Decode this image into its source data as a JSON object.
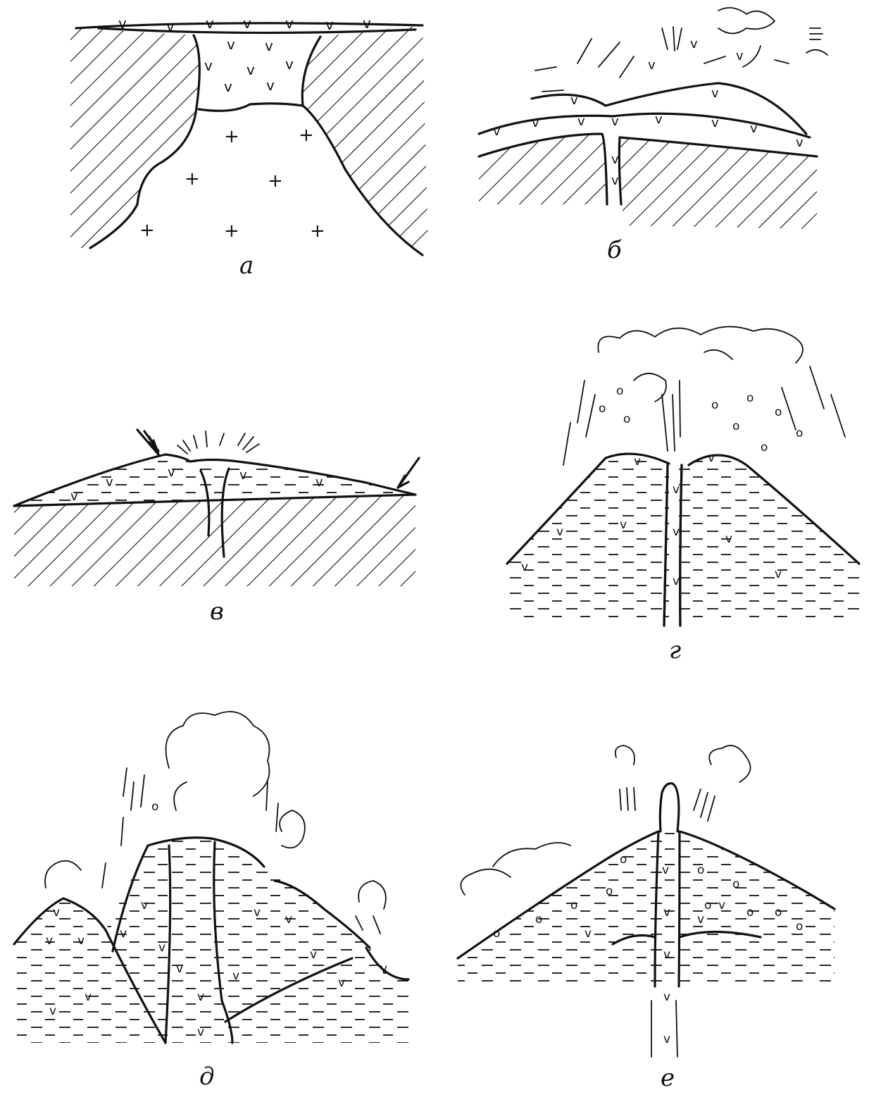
{
  "figure": {
    "panels": [
      {
        "id": "a",
        "label": "а"
      },
      {
        "id": "b",
        "label": "б"
      },
      {
        "id": "c",
        "label": "в"
      },
      {
        "id": "d",
        "label": "г"
      },
      {
        "id": "e",
        "label": "д"
      },
      {
        "id": "f",
        "label": "е"
      }
    ]
  },
  "style": {
    "ink_color": "#111111",
    "background": "#ffffff"
  }
}
